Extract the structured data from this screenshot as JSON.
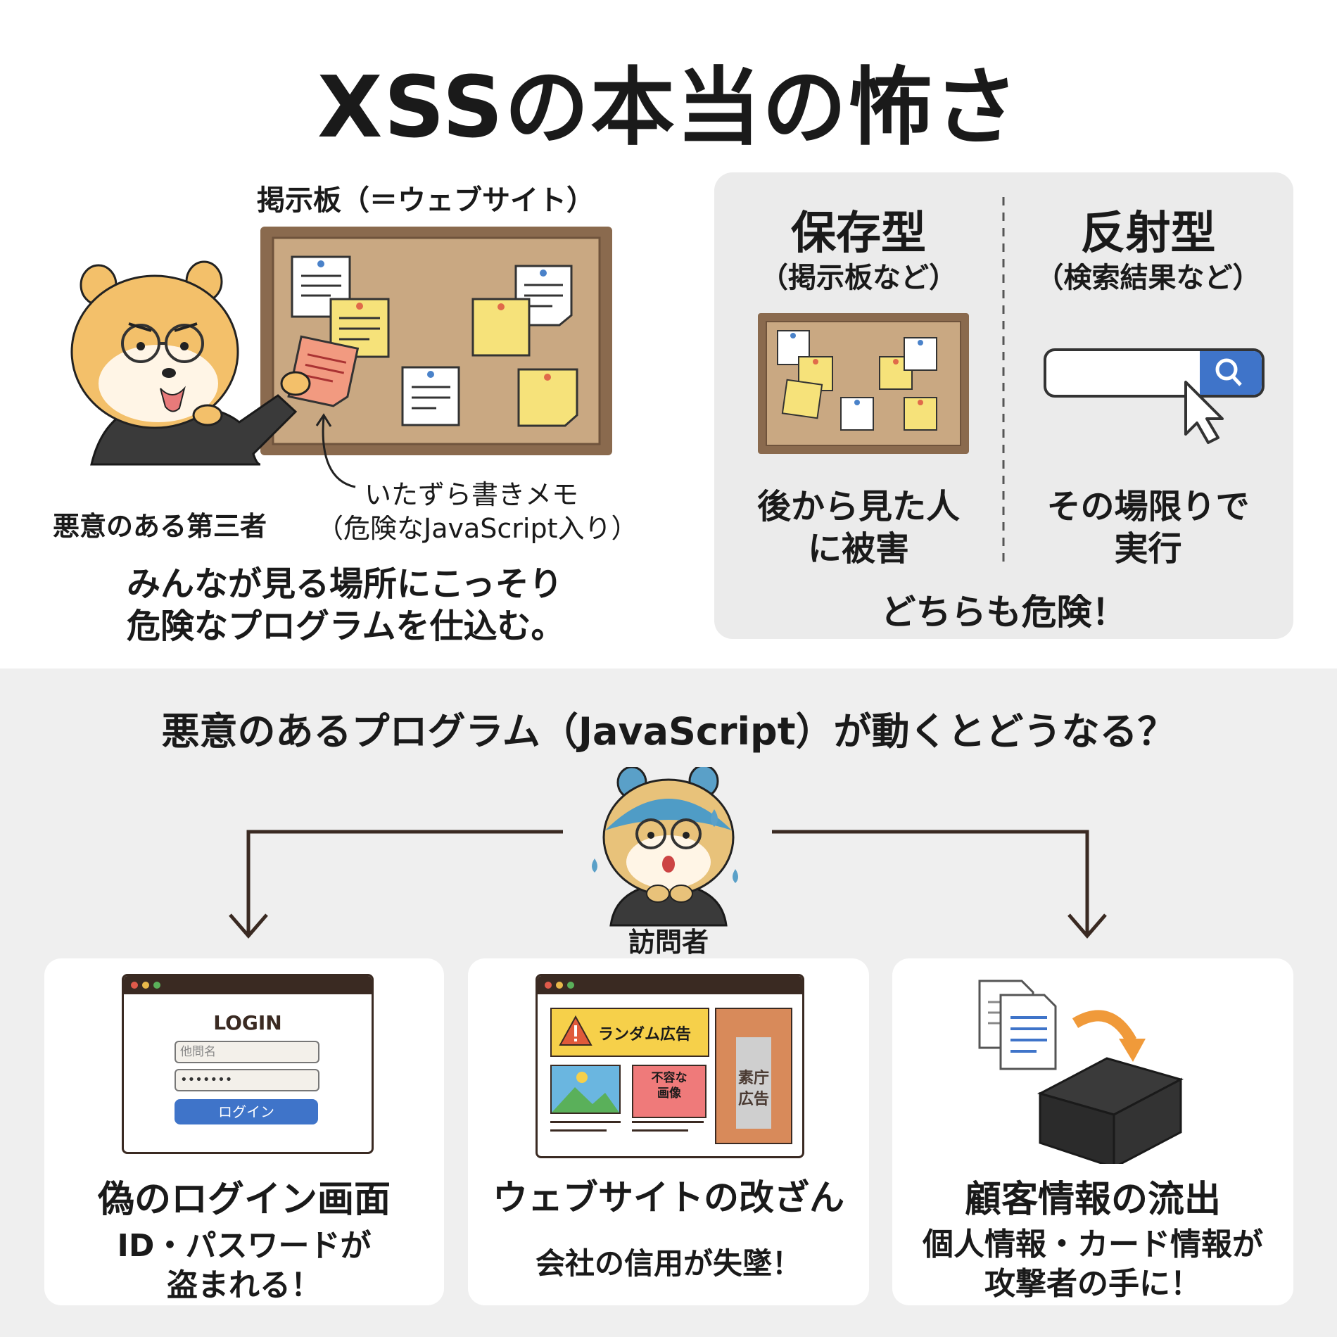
{
  "title": "XSSの本当の怖さ",
  "attack": {
    "board_label": "掲示板（＝ウェブサイト）",
    "attacker_label": "悪意のある第三者",
    "memo_label_1": "いたずら書きメモ",
    "memo_label_2": "（危険なJavaScript入り）",
    "desc_line_1": "みんなが見る場所にこっそり",
    "desc_line_2": "危険なプログラムを仕込む。"
  },
  "types": {
    "stored": {
      "name": "保存型",
      "example": "（掲示板など）",
      "effect_1": "後から見た人",
      "effect_2": "に被害"
    },
    "reflected": {
      "name": "反射型",
      "example": "（検索結果など）",
      "effect_1": "その場限りで",
      "effect_2": "実行"
    },
    "conclusion": "どちらも危険！"
  },
  "question": "悪意のあるプログラム（JavaScript）が動くとどうなる？",
  "visitor_label": "訪問者",
  "outcomes": {
    "fake_login": {
      "heading": "偽のログイン画面",
      "line_1": "ID・パスワードが",
      "line_2": "盗まれる！",
      "login_title": "LOGIN",
      "username_placeholder": "他問名",
      "password_value": "•••••••",
      "login_button": "ログイン"
    },
    "defacement": {
      "heading": "ウェブサイトの改ざん",
      "line_1": "会社の信用が失墜！",
      "ad_banner": "ランダム広告",
      "bad_image_1": "不容な",
      "bad_image_2": "画像",
      "side_ad_1": "素庁",
      "side_ad_2": "広告"
    },
    "leak": {
      "heading": "顧客情報の流出",
      "line_1": "個人情報・カード情報が",
      "line_2": "攻撃者の手に！"
    }
  },
  "colors": {
    "cork": "#c9a882",
    "frame": "#8a6a4e",
    "sticky_yellow": "#f6e27a",
    "sticky_red": "#f29a80",
    "accent_blue": "#3f74c9",
    "dark": "#3a2a22",
    "hamster": "#f3c06a"
  }
}
